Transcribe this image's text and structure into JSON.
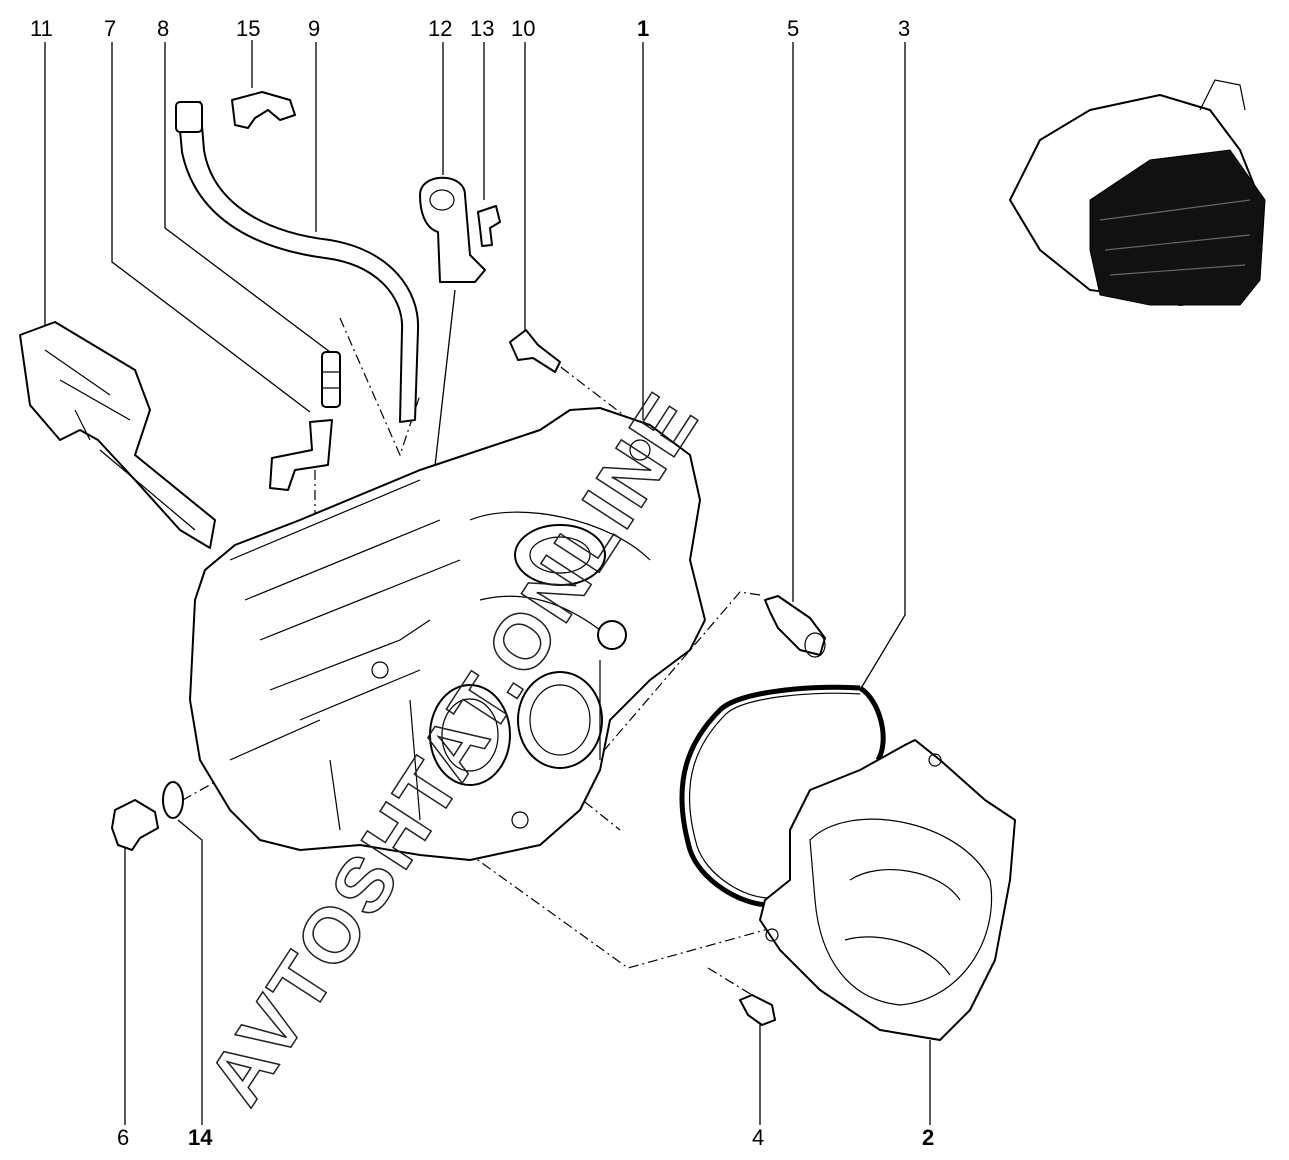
{
  "watermark": "AVTOSHTAT.ONLINE",
  "callouts": [
    {
      "id": "c11",
      "label": "11"
    },
    {
      "id": "c7",
      "label": "7"
    },
    {
      "id": "c8",
      "label": "8"
    },
    {
      "id": "c15",
      "label": "15"
    },
    {
      "id": "c9",
      "label": "9"
    },
    {
      "id": "c12",
      "label": "12"
    },
    {
      "id": "c13",
      "label": "13"
    },
    {
      "id": "c10",
      "label": "10"
    },
    {
      "id": "c1",
      "label": "1"
    },
    {
      "id": "c5",
      "label": "5"
    },
    {
      "id": "c3",
      "label": "3"
    },
    {
      "id": "c6",
      "label": "6"
    },
    {
      "id": "c14",
      "label": "14"
    },
    {
      "id": "c4",
      "label": "4"
    },
    {
      "id": "c2",
      "label": "2"
    }
  ]
}
